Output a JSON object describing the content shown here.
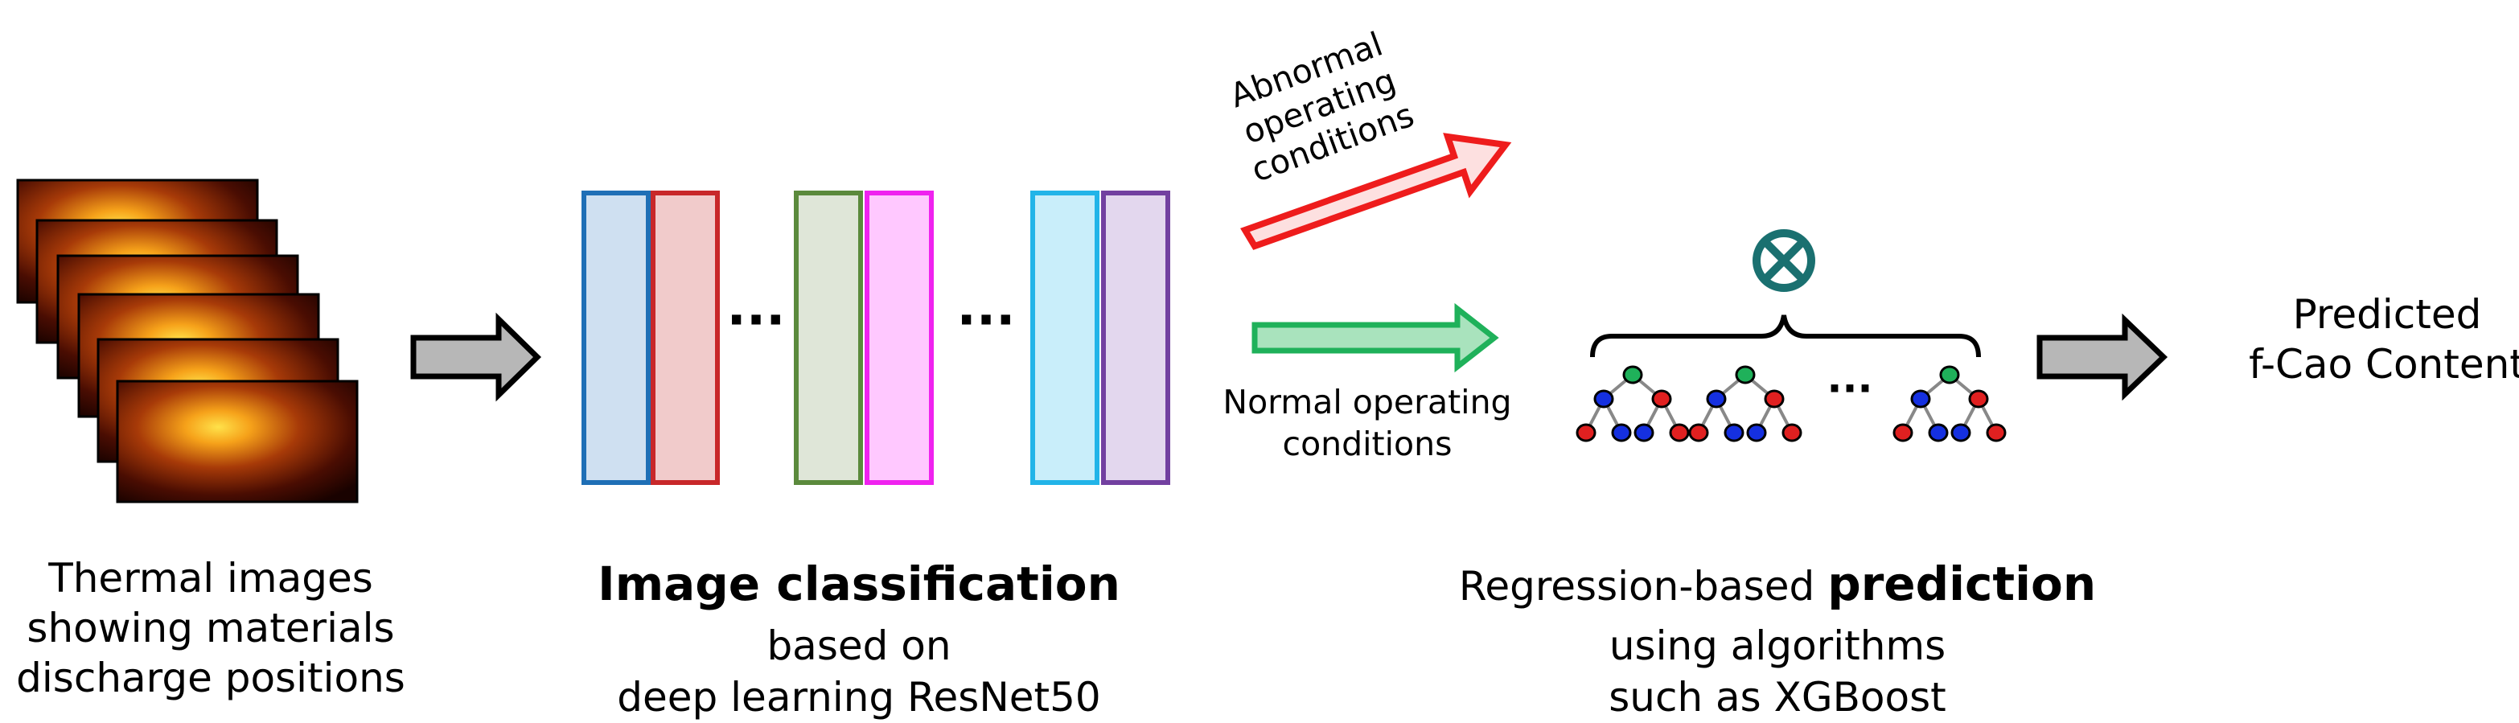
{
  "left": {
    "caption": [
      "Thermal images",
      "showing materials",
      "discharge positions"
    ]
  },
  "middle": {
    "title": "Image classification",
    "subtitle": [
      "based on",
      "deep learning ResNet50"
    ],
    "ellipsis": "···",
    "layer_colors": [
      {
        "fill": "#cfe0f1",
        "stroke": "#1f6fb6"
      },
      {
        "fill": "#f1cbcb",
        "stroke": "#c8282a"
      },
      {
        "fill": "#dfe6d8",
        "stroke": "#5b8a3c"
      },
      {
        "fill": "#ffc8ff",
        "stroke": "#ef22ef"
      },
      {
        "fill": "#c9eefa",
        "stroke": "#22b4e8"
      },
      {
        "fill": "#e3d7ee",
        "stroke": "#7240a0"
      }
    ]
  },
  "branches": {
    "abnormal": [
      "Abnormal",
      "operating",
      "conditions"
    ],
    "normal": [
      "Normal operating",
      "conditions"
    ],
    "abnormal_color": "#ee1c1c",
    "normal_color": "#1fb15a"
  },
  "right": {
    "caption_prefix": "Regression-based ",
    "caption_bold": "prediction",
    "caption_lines": [
      "using algorithms",
      "such as XGBoost"
    ],
    "ellipsis": "···",
    "symbol_color": "#1a7070"
  },
  "output": {
    "label": [
      "Predicted",
      "f-Cao Content"
    ]
  }
}
